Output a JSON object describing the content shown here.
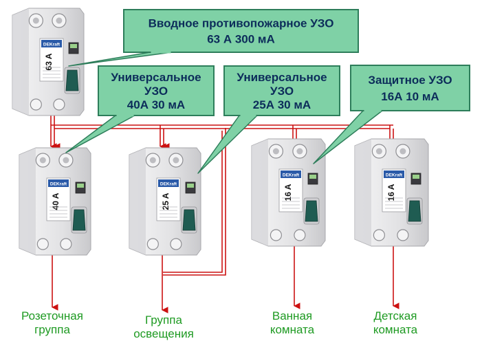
{
  "colors": {
    "callout_fill": "#7fd1a6",
    "callout_border": "#2d7d5a",
    "callout_text": "#0c2c5a",
    "wire": "#cc1111",
    "label": "#1e9a22",
    "device_body": "#e6e6e8",
    "lever": "#1f5c52"
  },
  "callouts": [
    {
      "lines": [
        "Вводное противопожарное УЗО",
        "63 А 300 мА"
      ]
    },
    {
      "lines": [
        "Универсальное",
        "УЗО",
        "40А 30 мА"
      ]
    },
    {
      "lines": [
        "Универсальное",
        "УЗО",
        "25А 30 мА"
      ]
    },
    {
      "lines": [
        "Защитное УЗО",
        "16А 10 мА"
      ]
    }
  ],
  "devices": [
    {
      "brand": "DEKraft",
      "rating": "63 A"
    },
    {
      "brand": "DEKraft",
      "rating": "40 A"
    },
    {
      "brand": "DEKraft",
      "rating": "25 A"
    },
    {
      "brand": "DEKraft",
      "rating": "16 A"
    },
    {
      "brand": "DEKraft",
      "rating": "16 A"
    }
  ],
  "outputs": [
    {
      "line1": "Розеточная",
      "line2": "группа"
    },
    {
      "line1": "Группа",
      "line2": "освещения"
    },
    {
      "line1": "Ванная",
      "line2": "комната"
    },
    {
      "line1": "Детская",
      "line2": "комната"
    }
  ]
}
